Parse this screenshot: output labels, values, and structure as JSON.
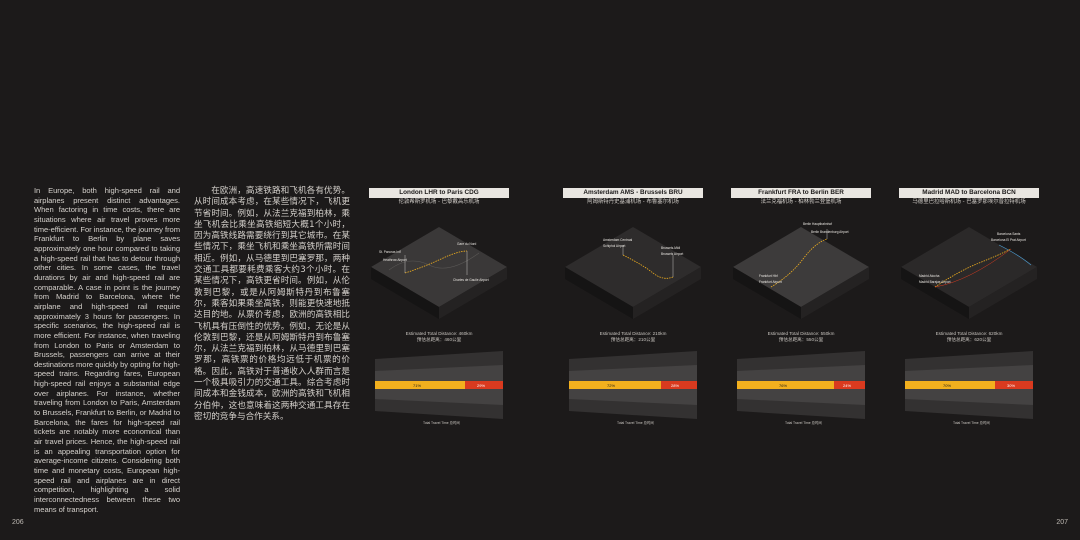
{
  "page": {
    "left_number": "206",
    "right_number": "207"
  },
  "text_en": "In Europe, both high-speed rail and airplanes present distinct advantages. When factoring in time costs, there are situations where air travel proves more time-efficient. For instance, the journey from Frankfurt to Berlin by plane saves approximately one hour compared to taking a high-speed rail that has to detour through other cities. In some cases, the travel durations by air and high-speed rail are comparable. A case in point is the journey from Madrid to Barcelona, where the airplane and high-speed rail require approximately 3 hours for passengers. In specific scenarios, the high-speed rail is more efficient. For instance, when traveling from London to Paris or Amsterdam to Brussels, passengers can arrive at their destinations more quickly by opting for high-speed trains. Regarding fares, European high-speed rail enjoys a substantial edge over airplanes. For instance, whether traveling from London to Paris, Amsterdam to Brussels, Frankfurt to Berlin, or Madrid to Barcelona, the fares for high-speed rail tickets are notably more economical than air travel prices. Hence, the high-speed rail is an appealing transportation option for average-income citizens. Considering both time and monetary costs, European high-speed rail and airplanes are in direct competition, highlighting a solid interconnectedness between these two means of transport.",
  "text_zh": "在欧洲，高速铁路和飞机各有优势。从时间成本考虑，在某些情况下，飞机更节省时间。例如，从法兰克福到柏林，乘坐飞机会比乘坐高铁缩短大概1个小时，因为高铁线路需要绕行到其它城市。在某些情况下，乘坐飞机和乘坐高铁所需时间相近。例如，从马德里到巴塞罗那，两种交通工具都要耗费乘客大约3个小时。在某些情况下，高铁更省时间。例如，从伦敦到巴黎，或是从阿姆斯特丹到布鲁塞尔，乘客如果乘坐高铁，则能更快速地抵达目的地。从票价考虑，欧洲的高铁相比飞机具有压倒性的优势。例如，无论是从伦敦到巴黎，还是从阿姆斯特丹到布鲁塞尔，从法兰克福到柏林，从马德里到巴塞罗那，高铁票的价格均远低于机票的价格。因此，高铁对于普通收入人群而言是一个极具吸引力的交通工具。综合考虑时间成本和金钱成本，欧洲的高铁和飞机相分伯仲，这也意味着这两种交通工具存在密切的竞争与合作关系。",
  "panels": [
    {
      "title": "London LHR to Paris CDG",
      "subtitle": "伦敦希斯罗机场 - 巴黎戴高乐机场",
      "estimate_en": "Estimated Total Distance: 460km",
      "estimate_zh": "预估总距离：460公里",
      "map_labels": [
        "St. Pancras Int'l",
        "Heathrow Airport",
        "Gare du Nord",
        "Charles de Gaulle Airport"
      ],
      "bar_value": "71%",
      "red_value": "29%",
      "axis_label": "Total Travel Time 总时间"
    },
    {
      "title": "Amsterdam AMS - Brussels BRU",
      "subtitle": "阿姆斯特丹史基浦机场 - 布鲁塞尔机场",
      "estimate_en": "Estimated Total Distance: 210km",
      "estimate_zh": "预估总距离：210公里",
      "map_labels": [
        "Amsterdam Centraal",
        "Schiphol Airport",
        "Brussels-Midi",
        "Brussels Airport"
      ],
      "bar_value": "72%",
      "red_value": "28%",
      "axis_label": "Total Travel Time 总时间"
    },
    {
      "title": "Frankfurt FRA to Berlin BER",
      "subtitle": "法兰克福机场 - 柏林勃兰登堡机场",
      "estimate_en": "Estimated Total Distance: 550km",
      "estimate_zh": "预估总距离：550公里",
      "map_labels": [
        "Berlin Hauptbahnhof",
        "Berlin Brandenburg Airport",
        "Frankfurt Hbf",
        "Frankfurt Airport"
      ],
      "bar_value": "76%",
      "red_value": "24%",
      "axis_label": "Total Travel Time 总时间"
    },
    {
      "title": "Madrid MAD to Barcelona BCN",
      "subtitle": "马德里巴拉哈斯机场 - 巴塞罗那埃尔普拉特机场",
      "estimate_en": "Estimated Total Distance: 620km",
      "estimate_zh": "预估总距离：620公里",
      "map_labels": [
        "Barcelona Sants",
        "Barcelona El Prat Airport",
        "Madrid Atocha",
        "Madrid Barajas Airport"
      ],
      "bar_value": "70%",
      "red_value": "30%",
      "axis_label": "Total Travel Time 总时间"
    }
  ],
  "colors": {
    "accent": "#f2b01e",
    "red": "#d93a1f",
    "panel_header": "#e9e6e1"
  }
}
